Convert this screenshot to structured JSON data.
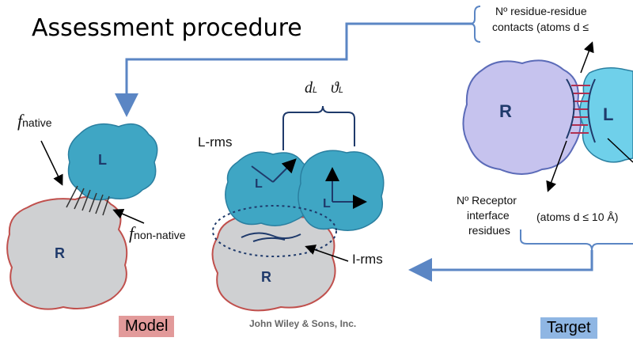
{
  "title": "Assessment procedure",
  "model": {
    "receptor_label": "R",
    "ligand_label": "L",
    "f_native_symbol": "f",
    "f_native_sub": "native",
    "f_nonnative_symbol": "f",
    "f_nonnative_sub": "non-native",
    "tag": "Model"
  },
  "middle": {
    "lrms_label": "L-rms",
    "irms_label": "I-rms",
    "dl_symbol": "d",
    "dl_sub": "L",
    "theta_symbol": "ϑ",
    "theta_sub": "L",
    "receptor_label": "R",
    "ligand1_label": "L",
    "ligand2_label": "L"
  },
  "target": {
    "receptor_label": "R",
    "ligand_label": "L",
    "contacts_line1": "Nº residue-residue",
    "contacts_line2": "contacts (atoms d ≤",
    "receptor_line1": "Nº Receptor",
    "receptor_line2": "interface",
    "receptor_line3": "residues",
    "atoms_label": "(atoms d ≤ 10 Å)",
    "tag": "Target"
  },
  "credit": "John Wiley & Sons, Inc.",
  "colors": {
    "ligand": "#3fa6c4",
    "receptor_gray": "#cfd0d2",
    "receptor_outline": "#c0504d",
    "target_receptor": "#c6c3ee",
    "target_ligand": "#6fd0ea",
    "connector": "#5b86c4",
    "model_tag": "#e29a9a",
    "target_tag": "#8fb6e3"
  }
}
